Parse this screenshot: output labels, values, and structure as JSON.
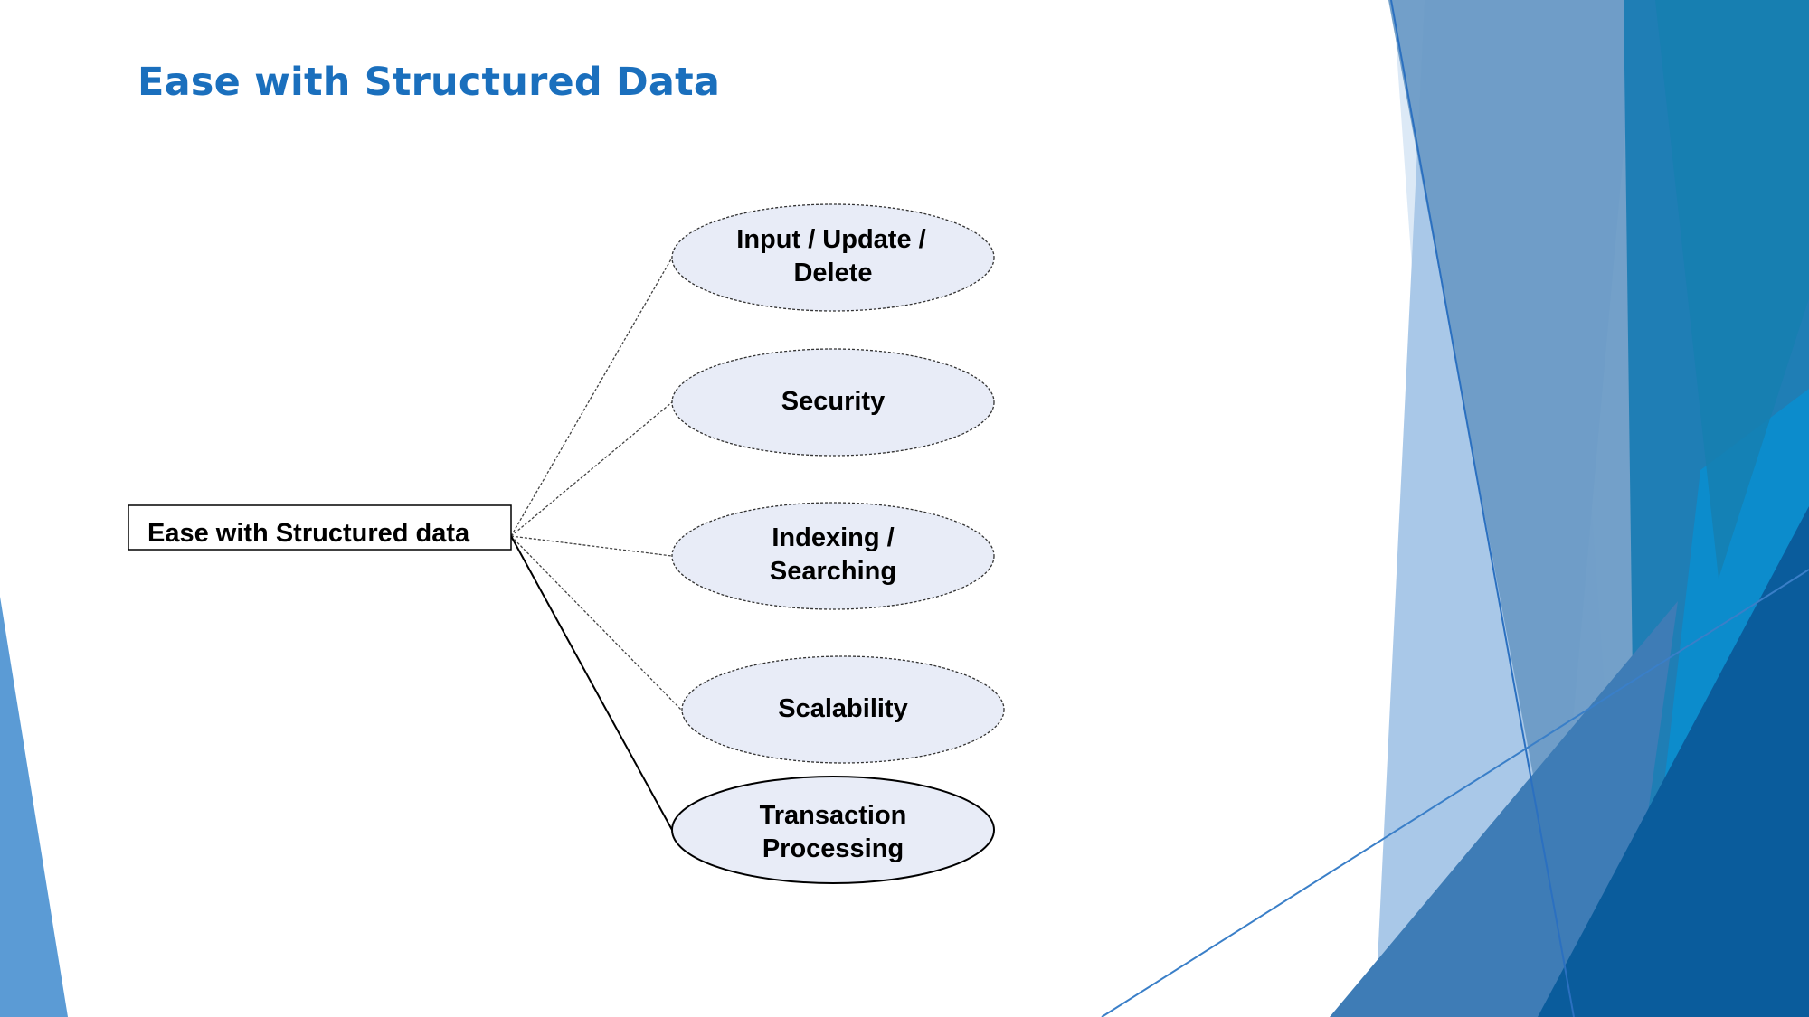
{
  "slide": {
    "title": "Ease with Structured Data"
  },
  "diagram": {
    "root": {
      "label": "Ease with Structured data"
    },
    "nodes": [
      {
        "lines": [
          "Input  / Update /",
          "Delete"
        ]
      },
      {
        "lines": [
          "Security"
        ]
      },
      {
        "lines": [
          "Indexing /",
          "Searching"
        ]
      },
      {
        "lines": [
          "Scalability"
        ]
      },
      {
        "lines": [
          "Transaction",
          "Processing"
        ]
      }
    ]
  },
  "colors": {
    "title": "#1a6fbd",
    "ellipse_fill": "#e8ecf7",
    "accent_dark": "#0a5c9c",
    "accent_light": "#a9c8e8"
  }
}
